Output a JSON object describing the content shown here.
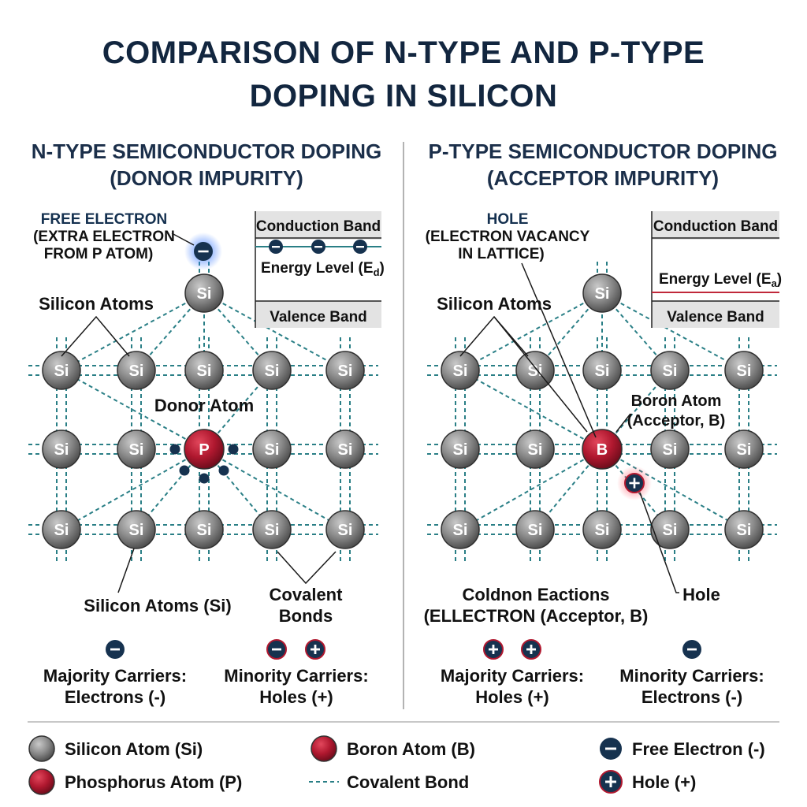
{
  "title_line1": "COMPARISON OF N-TYPE AND P-TYPE",
  "title_line2": "DOPING IN SILICON",
  "n_panel": {
    "heading_line1": "N-TYPE SEMICONDUCTOR DOPING",
    "heading_line2": "(DONOR IMPURITY)",
    "free_electron_title": "FREE ELECTRON",
    "free_electron_desc1": "(EXTRA ELECTRON",
    "free_electron_desc2": "FROM P ATOM)",
    "silicon_atoms_label": "Silicon Atoms",
    "donor_atom_label": "Donor Atom",
    "silicon_atoms_si_label": "Silicon Atoms (Si)",
    "covalent_label1": "Covalent",
    "covalent_label2": "Bonds",
    "band": {
      "conduction": "Conduction Band",
      "energy_level": "Energy Level (E",
      "energy_sub": "d",
      "energy_close": ")",
      "valence": "Valence Band"
    },
    "majority_line1": "Majority Carriers:",
    "majority_line2": "Electrons (-)",
    "minority_line1": "Minority Carriers:",
    "minority_line2": "Holes (+)",
    "si_symbol": "Si",
    "dopant_symbol": "P"
  },
  "p_panel": {
    "heading_line1": "P-TYPE SEMICONDUCTOR DOPING",
    "heading_line2": "(ACCEPTOR IMPURITY)",
    "hole_title": "HOLE",
    "hole_desc1": "(ELECTRON VACANCY",
    "hole_desc2": "IN LATTICE)",
    "silicon_atoms_label": "Silicon Atoms",
    "boron_label1": "Boron Atom",
    "boron_label2": "(Acceptor, B)",
    "hole_label": "Hole",
    "garbled_line1": "Coldnon Eactions",
    "garbled_line2": "(ELLECTRON (Acceptor, B)",
    "band": {
      "conduction": "Conduction Band",
      "energy_level": "Energy Level (E",
      "energy_sub": "a",
      "energy_close": ")",
      "valence": "Valence Band"
    },
    "majority_line1": "Majority Carriers:",
    "majority_line2": "Holes (+)",
    "minority_line1": "Minority Carriers:",
    "minority_line2": "Electrons (-)",
    "si_symbol": "Si",
    "dopant_symbol": "B"
  },
  "legend": {
    "silicon": "Silicon Atom (Si)",
    "phosphorus": "Phosphorus Atom (P)",
    "boron": "Boron Atom (B)",
    "covalent": "Covalent Bond",
    "free_electron": "Free Electron (-)",
    "hole": "Hole (+)"
  },
  "signs": {
    "minus": "−",
    "plus": "+"
  },
  "colors": {
    "silicon": "#7f7f7f",
    "phosphorus": "#b0182f",
    "boron": "#b0182f",
    "electron": "#16324f",
    "bond": "#2a7f86",
    "energy_line_n": "#2a7f86",
    "energy_line_p": "#c0283a",
    "band_fill": "#e3e3e3"
  }
}
